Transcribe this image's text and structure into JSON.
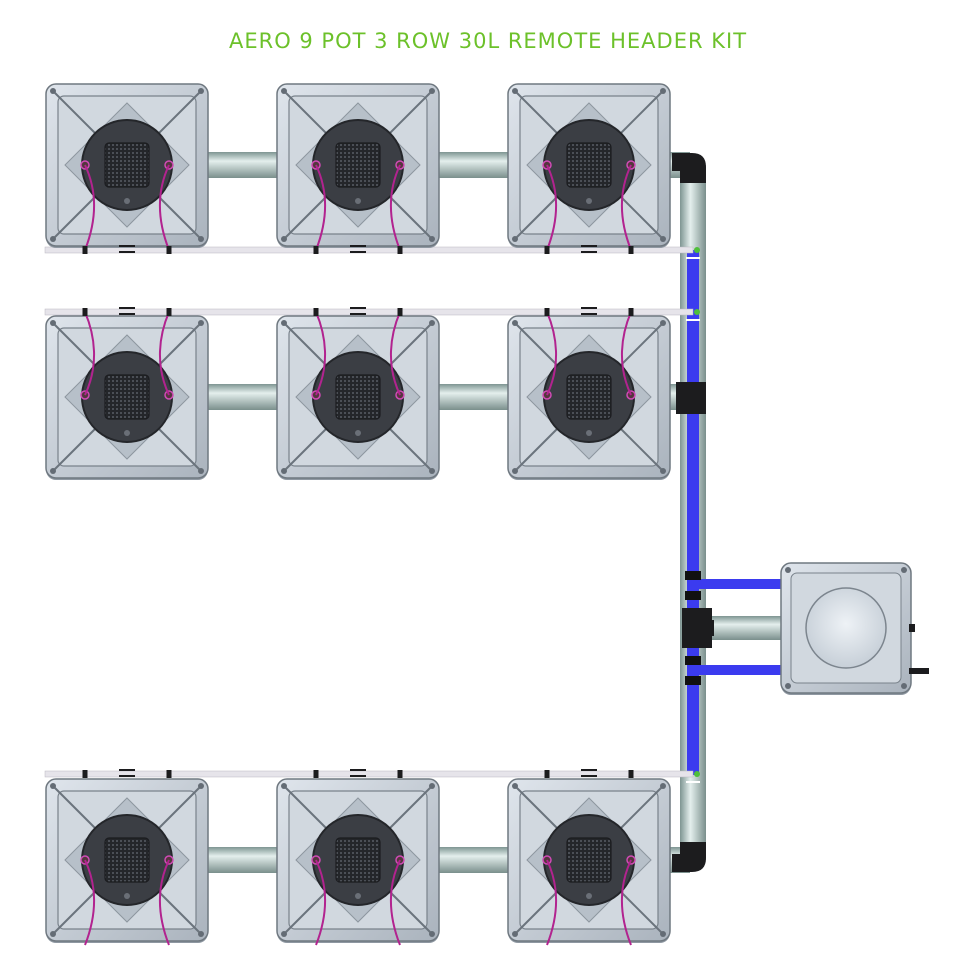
{
  "title": "AERO 9 POT 3 ROW 30L REMOTE HEADER KIT",
  "colors": {
    "title": "#6cc12a",
    "pot_body": "#c9d1da",
    "pot_dark": "#3b3e44",
    "manifold_pipe": "#b7c9c6",
    "drain_tube": "#e6e4ea",
    "feed_line": "#3b3bef",
    "jumper_tube": "#b2238f"
  },
  "rows": [
    {
      "id": "row-1",
      "pots": [
        "pot-1",
        "pot-2",
        "pot-3"
      ]
    },
    {
      "id": "row-2",
      "pots": [
        "pot-4",
        "pot-5",
        "pot-6"
      ]
    },
    {
      "id": "row-3",
      "pots": [
        "pot-7",
        "pot-8",
        "pot-9"
      ]
    }
  ],
  "reservoir": {
    "id": "reservoir-30l"
  }
}
